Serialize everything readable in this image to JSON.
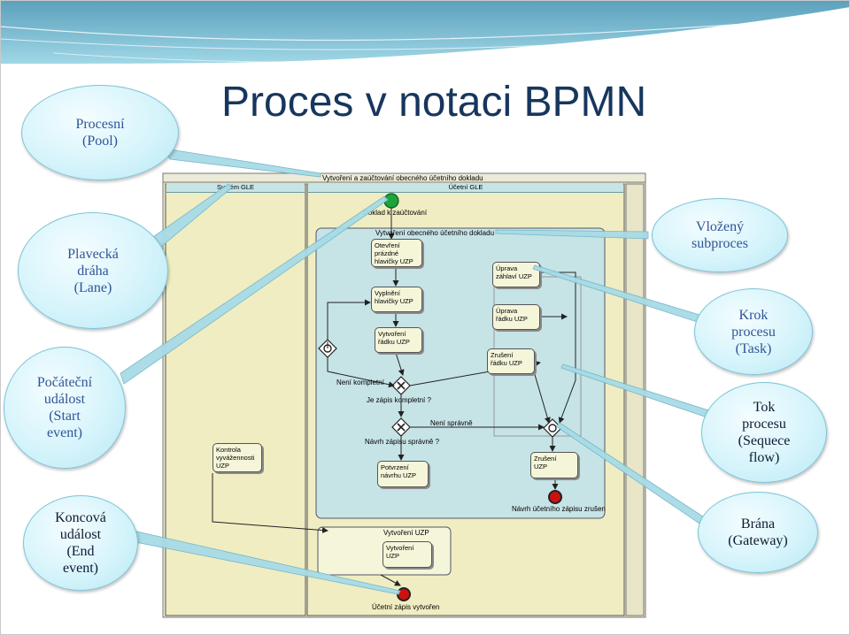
{
  "slide": {
    "title": "Proces v notaci BPMN",
    "callouts": {
      "pool": "Procesní\n(Pool)",
      "lane": "Plavecká\ndráha\n(Lane)",
      "start_event": "Počáteční\nudálost\n(Start\nevent)",
      "end_event": "Koncová\nudálost\n(End\nevent)",
      "subprocess": "Vložený\nsubproces",
      "task": "Krok\nprocesu\n(Task)",
      "sequence_flow": "Tok\nprocesu\n(Sequece\nflow)",
      "gateway": "Brána\n(Gateway)"
    }
  },
  "diagram": {
    "pool_title": "Vytvoření a zaúčtování obecného účetního dokladu",
    "lanes": [
      "Systém GLE",
      "Účetní GLE"
    ],
    "start_label": "Doklad k zaúčtování",
    "subprocess_title": "Vytvoření obecného účetního dokladu",
    "tasks": {
      "otevreni": "Otevření\nprázdné\nhlavičky UZP",
      "vyplneni": "Vyplnění\nhlavičky UZP",
      "vytvoreni_radku": "Vytvoření\nřádku UZP",
      "uprava_zahlavi": "Úprava\nzáhlaví UZP",
      "uprava_radku": "Úprava\nřádku UZP",
      "zruseni_radku": "Zrušení\nřádku UZP",
      "kontrola": "Kontrola\nvyvážennosti\nUZP",
      "potvrzeni": "Potvrzení\nnávrhu UZP",
      "zruseni_uzp": "Zrušení\nUZP",
      "vytvoreni_uzp": "Vytvoření\nUZP"
    },
    "labels": {
      "neni_kompletni": "Není kompletní",
      "je_zapis_kompletni": "Je zápis kompletní ?",
      "neni_spravne": "Není správně",
      "navrh_zapisu_spravne": "Návrh zápisu správně ?",
      "navrh_zrusen": "Návrh účetního zápisu zrušen"
    },
    "bottom_subprocess_title": "Vytvoření UZP",
    "end_label": "Účetní zápis vytvořen",
    "colors": {
      "lane_fill": "#f0edc2",
      "subprocess_fill": "#c6e3e6",
      "start": "#1ea43a",
      "end": "#cc1111",
      "arrow": "#9fd3dd"
    }
  }
}
